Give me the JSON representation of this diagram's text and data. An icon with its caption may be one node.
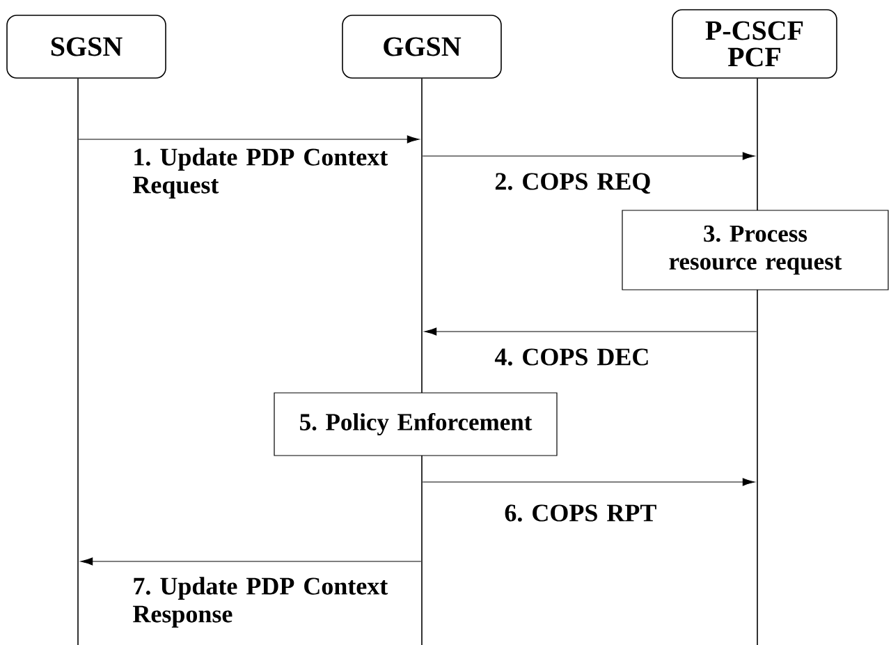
{
  "diagram": {
    "nodes": [
      {
        "text": [
          "SGSN"
        ]
      },
      {
        "text": [
          "GGSN"
        ]
      },
      {
        "text": [
          "P-CSCF PCF"
        ]
      },
      {
        "text": [],
        "shape": "bar"
      },
      {
        "text": [],
        "shape": "bar"
      },
      {
        "text": [],
        "shape": "bar"
      },
      {
        "text": [
          "3. Process resource request"
        ]
      },
      {
        "text": [
          "5. Policy Enforcement"
        ]
      }
    ],
    "edges": [
      {
        "from": 3,
        "to": 4,
        "arrow": "to",
        "label": "1. Update PDP Context Request"
      },
      {
        "from": 4,
        "to": 5,
        "arrow": "to",
        "label": "2. COPS REQ"
      },
      {
        "from": 5,
        "to": 4,
        "arrow": "to",
        "label": "4. COPS DEC"
      },
      {
        "from": 4,
        "to": 5,
        "arrow": "to",
        "label": "6. COPS RPT"
      },
      {
        "from": 4,
        "to": 3,
        "arrow": "to",
        "label": "7. Update PDP Context Response"
      }
    ]
  }
}
